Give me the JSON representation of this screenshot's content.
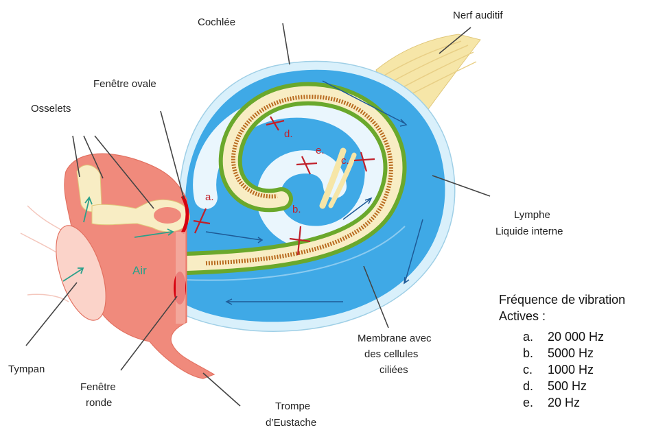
{
  "labels": {
    "cochlee": "Cochlée",
    "nerf": "Nerf auditif",
    "fenetre_ovale": "Fenêtre ovale",
    "osselets": "Osselets",
    "lymphe_l1": "Lymphe",
    "lymphe_l2": "Liquide interne",
    "membrane_l1": "Membrane avec",
    "membrane_l2": "des cellules",
    "membrane_l3": "ciliées",
    "tympan": "Tympan",
    "fenetre_ronde_l1": "Fenêtre",
    "fenetre_ronde_l2": "ronde",
    "trompe_l1": "Trompe",
    "trompe_l2": "d’Eustache",
    "air": "Air"
  },
  "markers": [
    "a.",
    "b.",
    "c.",
    "d.",
    "e."
  ],
  "legend": {
    "title_l1": "Fréquence de vibration",
    "title_l2": "Actives :",
    "items": [
      {
        "letter": "a.",
        "value": "20 000 Hz"
      },
      {
        "letter": "b.",
        "value": "5000 Hz"
      },
      {
        "letter": "c.",
        "value": "1000 Hz"
      },
      {
        "letter": "d.",
        "value": "500 Hz"
      },
      {
        "letter": "e.",
        "value": "20 Hz"
      }
    ]
  },
  "colors": {
    "lymph": "#3fa9e6",
    "lymph_edge": "#d9f0fb",
    "membrane_green": "#6aa82c",
    "membrane_cream": "#f8edc4",
    "cells": "#b86a1e",
    "ear_pink": "#f08a7c",
    "bone": "#f8edc4",
    "marker_red": "#c0202a",
    "nerve": "#f6e6a8"
  }
}
